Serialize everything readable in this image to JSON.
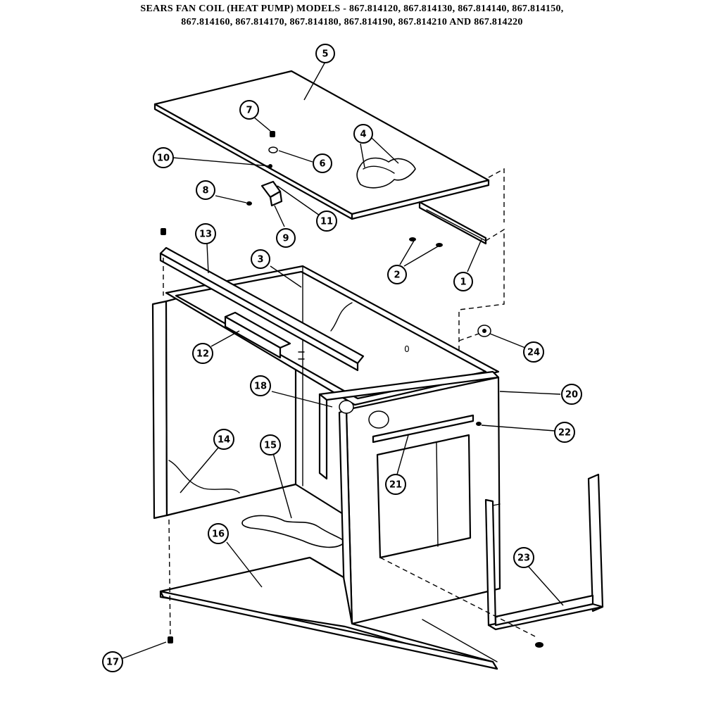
{
  "header": {
    "line1": "SEARS FAN COIL (HEAT PUMP) MODELS - 867.814120, 867.814130, 867.814140, 867.814150,",
    "line2": "867.814160, 867.814170, 867.814180, 867.814190, 867.814210 AND 867.814220"
  },
  "callouts": {
    "c1": "1",
    "c2": "2",
    "c3": "3",
    "c4": "4",
    "c5": "5",
    "c6": "6",
    "c7": "7",
    "c8": "8",
    "c9": "9",
    "c10": "10",
    "c11": "11",
    "c12": "12",
    "c13": "13",
    "c14": "14",
    "c15": "15",
    "c16": "16",
    "c17": "17",
    "c18": "18",
    "c20": "20",
    "c21": "21",
    "c22": "22",
    "c23": "23",
    "c24": "24"
  },
  "markings": {
    "cabinet_mark": "0"
  }
}
